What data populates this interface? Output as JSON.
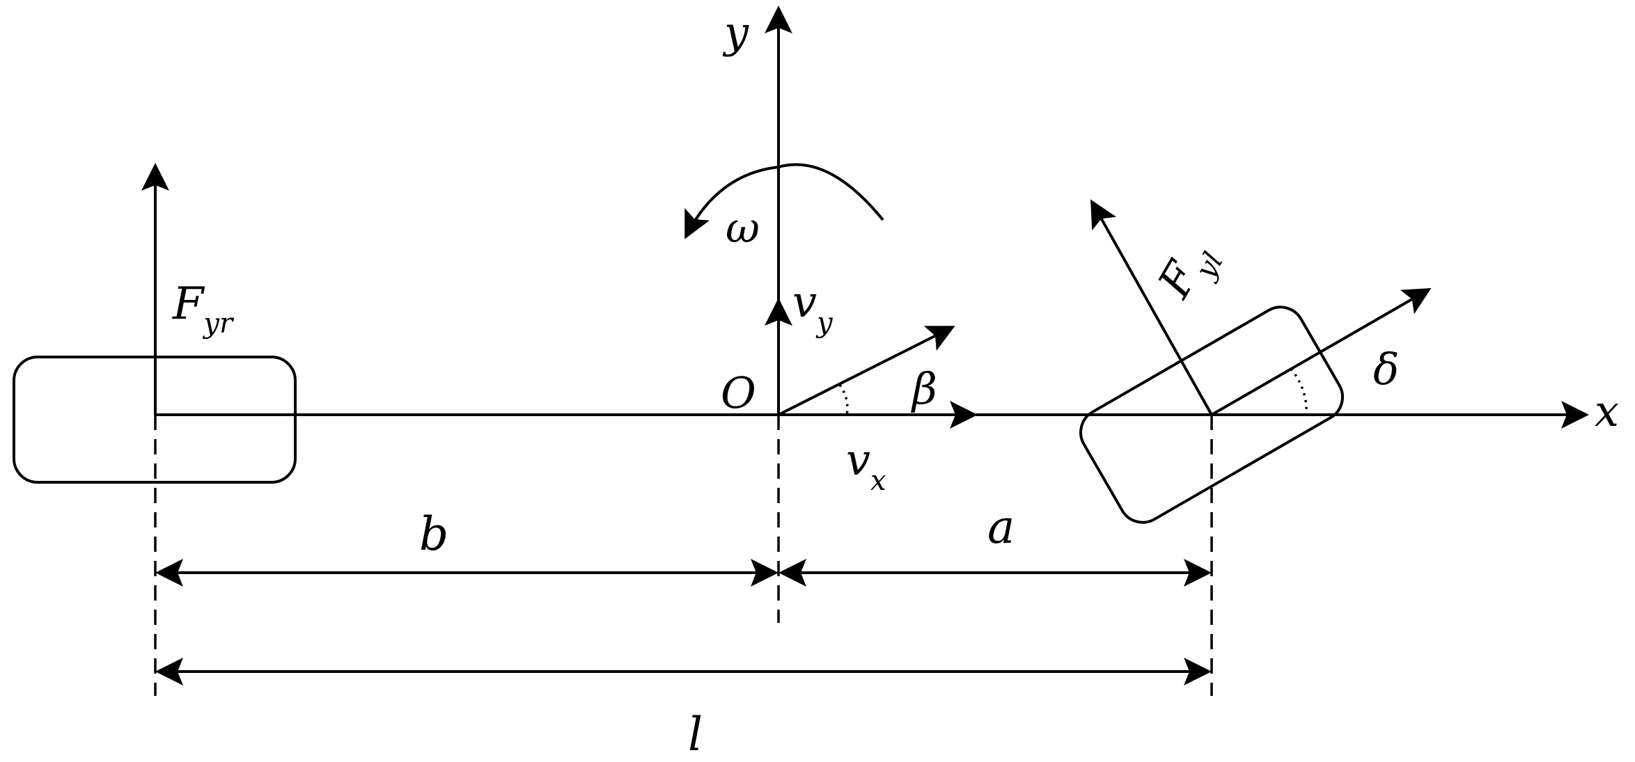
{
  "labels": {
    "axis_x": "x",
    "axis_y": "y",
    "origin": "O",
    "omega": "ω",
    "v_y_main": "v",
    "v_y_sub": "y",
    "v_x_main": "v",
    "v_x_sub": "x",
    "beta": "β",
    "delta": "δ",
    "f_yr_main": "F",
    "f_yr_sub": "yr",
    "f_yl_main": "F",
    "f_yl_sub": "yl",
    "dim_b": "b",
    "dim_a": "a",
    "dim_l": "l"
  }
}
